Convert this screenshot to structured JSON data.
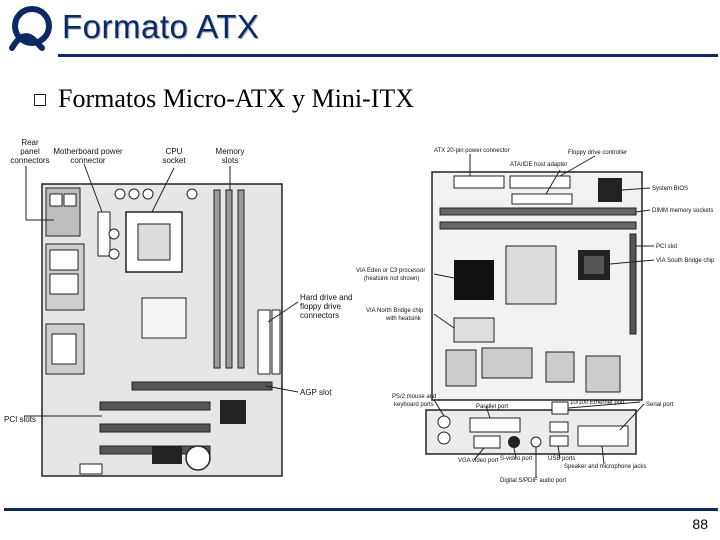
{
  "slide": {
    "title": "Formato ATX",
    "bullet": "Formatos Micro-ATX y Mini-ITX",
    "page_number": "88"
  },
  "microatx": {
    "labels": {
      "rear_panel": [
        "Rear",
        "panel",
        "connectors"
      ],
      "mb_power": [
        "Motherboard power",
        "connector"
      ],
      "cpu": [
        "CPU",
        "socket"
      ],
      "memory": [
        "Memory",
        "slots"
      ],
      "drive": [
        "Hard drive and",
        "floppy drive",
        "connectors"
      ],
      "agp": "AGP slot",
      "pci": "PCI slots"
    }
  },
  "miniitx": {
    "labels": {
      "atx_power": "ATX 20-pin power connector",
      "floppy": "Floppy drive controller",
      "ata": "ATA/IDE host adapter",
      "bios": "System BIOS",
      "dimm": "DIMM memory sockets",
      "pci": "PCI slot",
      "south": "VIA South Bridge chip",
      "eden": [
        "VIA Eden or C3 processor",
        "(heatsink not shown)"
      ],
      "north": [
        "VIA North Bridge chip",
        "with heatsink"
      ],
      "ethernet": "10/100 Ethernet port",
      "ps2": [
        "PS/2 mouse and",
        "keyboard ports"
      ],
      "parallel": "Parallel port",
      "serial": "Serial port",
      "vga": "VGA video port",
      "svideo": "S-video port",
      "usb": "USB ports",
      "speaker": "Speaker and microphone jacks",
      "spdif": "Digital S/PDIF audio port"
    }
  },
  "colors": {
    "accent": "#0b2a63"
  },
  "icons": {
    "logo": "swirl-q-logo-icon",
    "bullet": "square-bullet-icon"
  }
}
